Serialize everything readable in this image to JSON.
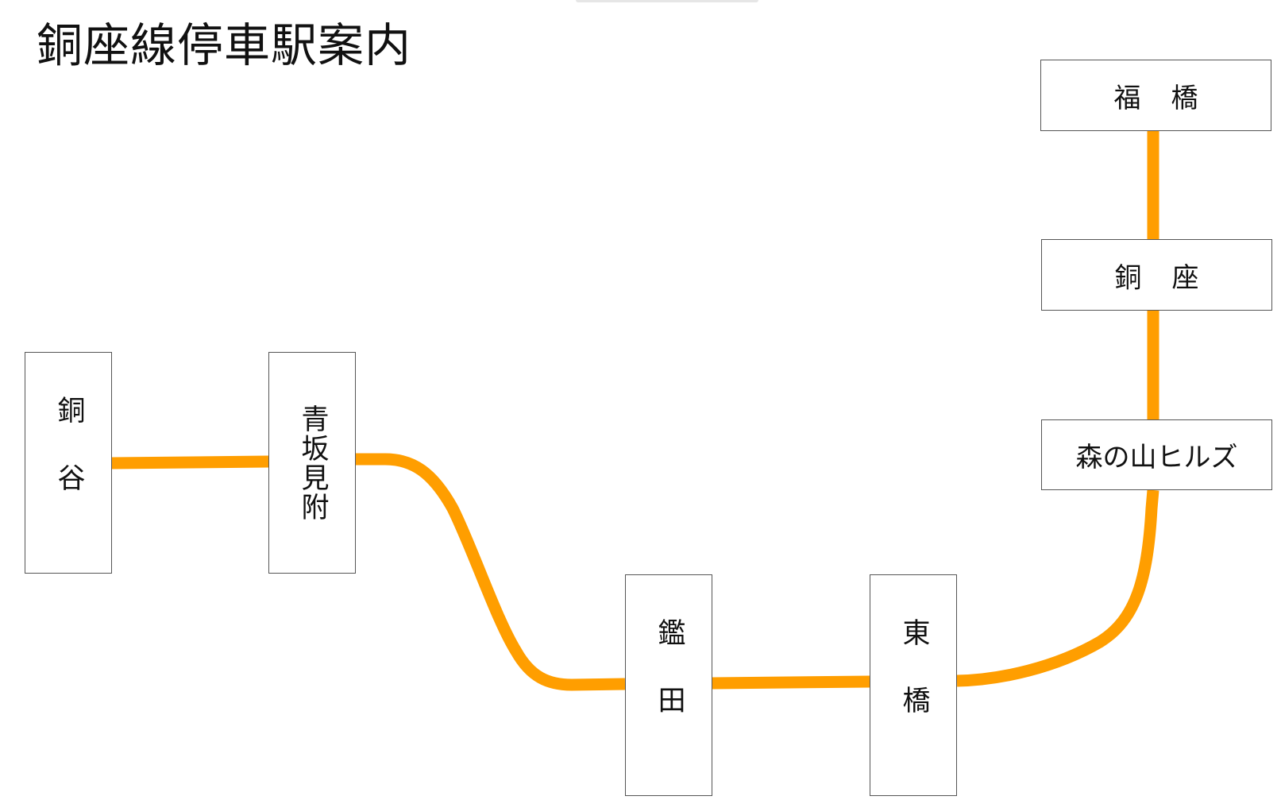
{
  "title": "銅座線停車駅案内",
  "line": {
    "color": "#FF9E00",
    "name": ""
  },
  "stations": {
    "doya": "銅谷",
    "aosakamitsuke": "青坂見附",
    "kanda": "鑑田",
    "tohashi": "東橋",
    "morinoyama": "森の山ヒルズ",
    "doza": "銅座",
    "fukuhashi": "福橋"
  }
}
